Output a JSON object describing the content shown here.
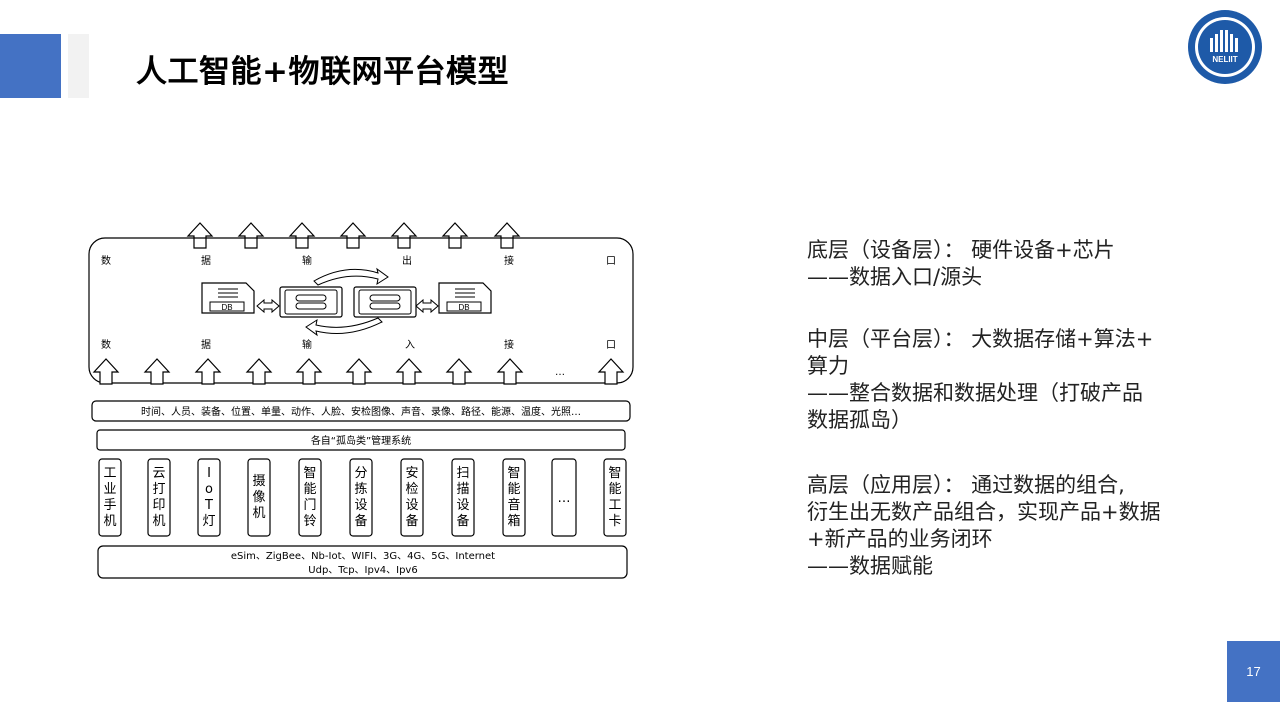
{
  "slide": {
    "title": "人工智能+物联网平台模型",
    "page_number": "17",
    "logo_text": "NELIIT"
  },
  "diagram": {
    "top_chars": [
      "数",
      "据",
      "输",
      "出",
      "接",
      "口"
    ],
    "bottom_chars": [
      "数",
      "据",
      "输",
      "入",
      "接",
      "口"
    ],
    "ellipsis": "…",
    "db_label": "DB",
    "data_types": "时间、人员、装备、位置、单量、动作、人脸、安检图像、声音、录像、路径、能源、温度、光照…",
    "management_system": "各自“孤岛类”管理系统",
    "devices": [
      {
        "name": "industrial-phone",
        "chars": [
          "工",
          "业",
          "手",
          "机"
        ]
      },
      {
        "name": "cloud-printer",
        "chars": [
          "云",
          "打",
          "印",
          "机"
        ]
      },
      {
        "name": "iot-light",
        "chars": [
          "I",
          "o",
          "T",
          "灯"
        ]
      },
      {
        "name": "camera",
        "chars": [
          "摄",
          "像",
          "机"
        ]
      },
      {
        "name": "smart-doorbell",
        "chars": [
          "智",
          "能",
          "门",
          "铃"
        ]
      },
      {
        "name": "sorting-device",
        "chars": [
          "分",
          "拣",
          "设",
          "备"
        ]
      },
      {
        "name": "security-device",
        "chars": [
          "安",
          "检",
          "设",
          "备"
        ]
      },
      {
        "name": "scanning-device",
        "chars": [
          "扫",
          "描",
          "设",
          "备"
        ]
      },
      {
        "name": "smart-speaker",
        "chars": [
          "智",
          "能",
          "音",
          "箱"
        ]
      },
      {
        "name": "more-devices",
        "chars": [
          "…"
        ]
      },
      {
        "name": "smart-card",
        "chars": [
          "智",
          "能",
          "工",
          "卡"
        ]
      }
    ],
    "protocols_line1": "eSim、ZigBee、Nb-Iot、WIFI、3G、4G、5G、Internet",
    "protocols_line2": "Udp、Tcp、Ipv4、Ipv6"
  },
  "description": {
    "bottom_layer": {
      "line1": "底层（设备层）： 硬件设备+芯片",
      "line2": "——数据入口/源头"
    },
    "middle_layer": {
      "line1": "中层（平台层）： 大数据存储+算法+",
      "line2": "算力",
      "line3": "——整合数据和数据处理（打破产品",
      "line4": "数据孤岛）"
    },
    "top_layer": {
      "line1": "高层（应用层）： 通过数据的组合,",
      "line2": "衍生出无数产品组合，实现产品+数据",
      "line3": "+新产品的业务闭环",
      "line4": "——数据赋能"
    }
  }
}
